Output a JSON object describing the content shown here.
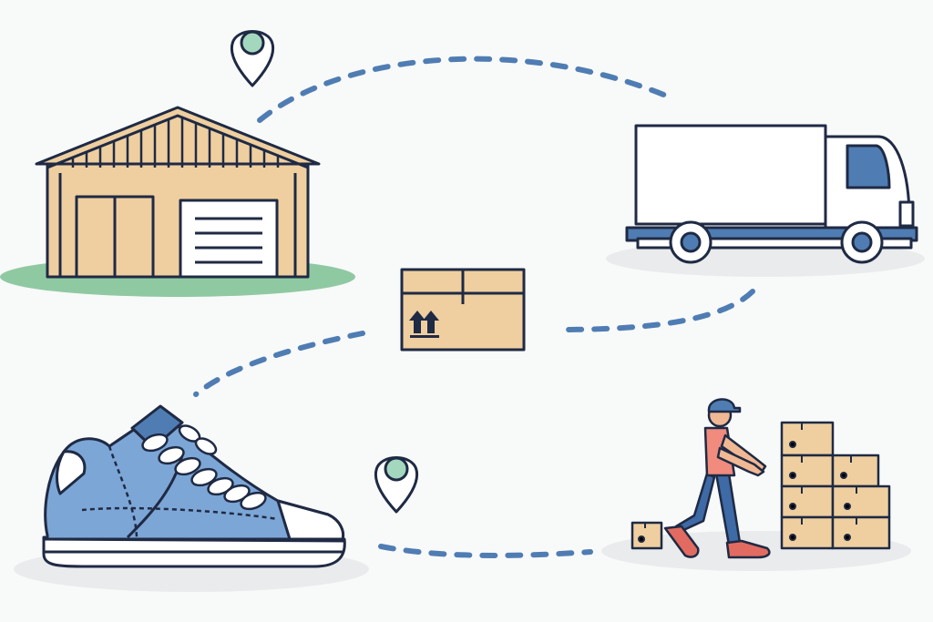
{
  "scene": {
    "kind": "logistics-illustration",
    "stages": [
      {
        "id": "warehouse",
        "icon": "warehouse-icon"
      },
      {
        "id": "truck",
        "icon": "delivery-truck-icon"
      },
      {
        "id": "package",
        "icon": "cardboard-box-icon"
      },
      {
        "id": "sneaker",
        "icon": "sneaker-icon"
      },
      {
        "id": "courier",
        "icon": "courier-with-boxes-icon"
      }
    ],
    "markers": [
      "location-pin-icon",
      "location-pin-icon"
    ]
  },
  "colors": {
    "outline": "#1f2a44",
    "dash": "#4f7db3",
    "wood": "#efcf9f",
    "grass": "#8fc9a2",
    "shadow": "#e9ebec",
    "pin": "#a3d8be",
    "shoe": "#7ca6d6",
    "shoe_dark": "#4f7db3",
    "truck_blue": "#4f7db3",
    "shirt": "#f08b7e",
    "jeans": "#3e6aa6",
    "cap": "#4f7db3",
    "skin": "#f1b894",
    "sneaker_red": "#e26b61"
  }
}
